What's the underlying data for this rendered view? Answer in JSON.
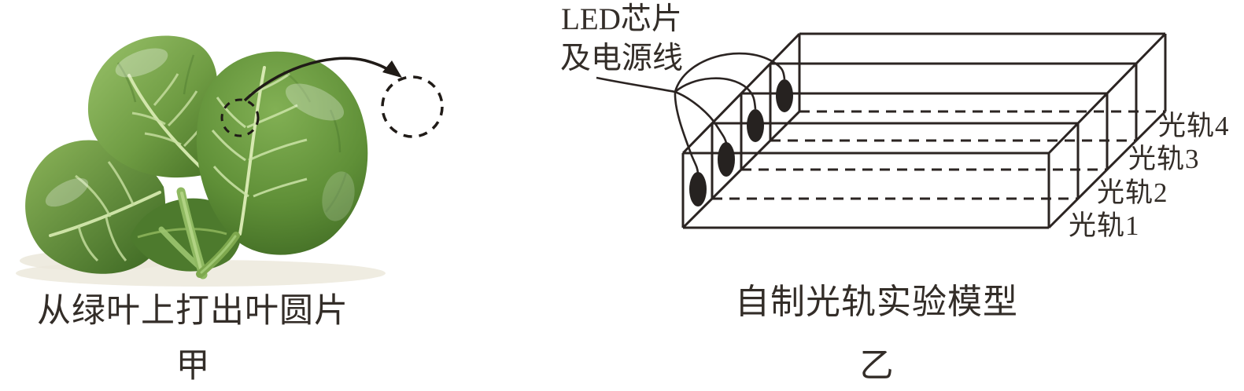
{
  "figure": {
    "left": {
      "caption": "从绿叶上打出叶圆片",
      "label": "甲",
      "photo_subject": "spinach-leaves"
    },
    "right": {
      "caption": "自制光轨实验模型",
      "label": "乙",
      "component_label": {
        "line1": "LED芯片",
        "line2": "及电源线"
      },
      "tracks": [
        {
          "name": "光轨4"
        },
        {
          "name": "光轨3"
        },
        {
          "name": "光轨2"
        },
        {
          "name": "光轨1"
        }
      ],
      "led_count": "4"
    }
  },
  "colors": {
    "ink": "#2b2422",
    "text": "#332d28",
    "leaf_dark": "#47732a",
    "leaf_light": "#8cb65e",
    "stem": "#8fb961",
    "led_chip": "#262220"
  }
}
